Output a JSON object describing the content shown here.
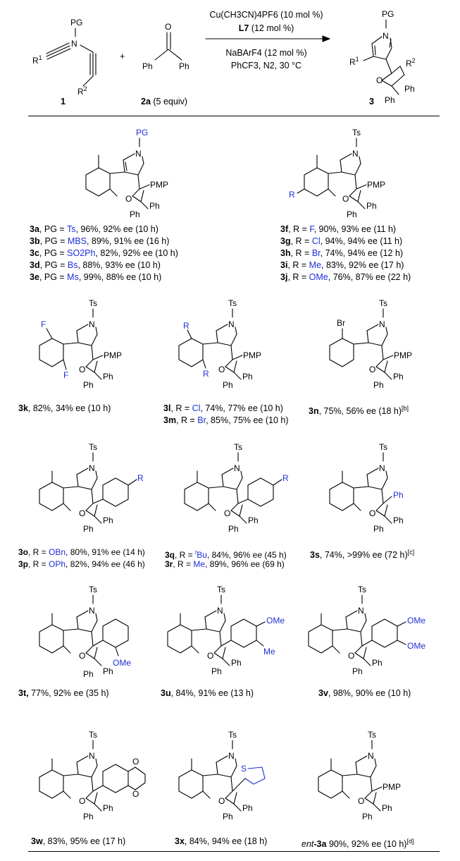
{
  "scheme": {
    "reactant1_label": "1",
    "reactant2_label": "2a",
    "reactant2_equiv": " (5 equiv)",
    "product_label": "3",
    "plus": "+",
    "cond1": "Cu(CH3CN)4PF6 (10 mol %)",
    "cond2_bold": "L7",
    "cond2_rest": " (12 mol %)",
    "cond3": "NaBArF4 (12 mol %)",
    "cond4": "PhCF3, N2, 30 °C"
  },
  "atoms": {
    "PG": "PG",
    "N": "N",
    "R1": "R",
    "R1_sup": "1",
    "R2": "R",
    "R2_sup": "2",
    "O": "O",
    "Ph": "Ph",
    "Ts": "Ts",
    "PMP": "PMP",
    "F": "F",
    "R": "R",
    "Br": "Br",
    "S": "S",
    "OMe": "OMe",
    "Me": "Me"
  },
  "entries": {
    "a": {
      "c": "3a",
      "t1": ", PG = ",
      "v": "Ts",
      "t2": ", 96%, 92% ee (10 h)"
    },
    "b": {
      "c": "3b",
      "t1": ", PG = ",
      "v": "MBS",
      "t2": ", 89%, 91% ee (16 h)"
    },
    "c": {
      "c": "3c",
      "t1": ", PG = ",
      "v": "SO2Ph",
      "t2": ", 82%, 92% ee (10 h)"
    },
    "d": {
      "c": "3d",
      "t1": ", PG = ",
      "v": "Bs",
      "t2": ", 88%, 93% ee (10 h)"
    },
    "e": {
      "c": "3e",
      "t1": ", PG = ",
      "v": "Ms",
      "t2": ", 99%, 88% ee (10 h)"
    },
    "f": {
      "c": "3f",
      "t1": ", R = ",
      "v": "F",
      "t2": ", 90%, 93% ee (11 h)"
    },
    "g": {
      "c": "3g",
      "t1": ", R = ",
      "v": "Cl",
      "t2": ", 94%, 94% ee (11 h)"
    },
    "h": {
      "c": "3h",
      "t1": ", R = ",
      "v": "Br",
      "t2": ", 74%, 94% ee (12 h)"
    },
    "i": {
      "c": "3i",
      "t1": ", R = ",
      "v": "Me",
      "t2": ", 83%, 92% ee (17 h)"
    },
    "j": {
      "c": "3j",
      "t1": ", R = ",
      "v": "OMe",
      "t2": ", 76%, 87% ee (22 h)"
    },
    "k": {
      "c": "3k",
      "t2": ", 82%, 34% ee (10 h)"
    },
    "l": {
      "c": "3l",
      "t1": ", R = ",
      "v": "Cl",
      "t2": ", 74%, 77% ee (10 h)"
    },
    "m": {
      "c": "3m",
      "t1": ", R = ",
      "v": "Br",
      "t2": ", 85%, 75% ee (10 h)"
    },
    "n": {
      "c": "3n",
      "t2": ", 75%, 56% ee (18 h)",
      "note": "[b]"
    },
    "o": {
      "c": "3o",
      "t1": ", R = ",
      "v": "OBn",
      "t2": ", 80%, 91% ee (14 h)"
    },
    "p": {
      "c": "3p",
      "t1": ", R = ",
      "v": "OPh",
      "t2": ", 82%, 94% ee (46 h)"
    },
    "q": {
      "c": "3q",
      "t1": ", R = ",
      "v_sup": "t",
      "v": "Bu",
      "t2": ", 84%, 96% ee (45 h)"
    },
    "r": {
      "c": "3r",
      "t1": ", R = ",
      "v": "Me",
      "t2": ", 89%, 96% ee (69 h)"
    },
    "s": {
      "c": "3s",
      "t2": ", 74%, >99% ee (72 h)",
      "note": "[c]"
    },
    "t": {
      "c": "3t,",
      "t2": " 77%, 92% ee (35 h)"
    },
    "u": {
      "c": "3u",
      "t2": ", 84%, 91% ee (13 h)"
    },
    "v": {
      "c": "3v",
      "t2": ", 98%, 90% ee (10 h)"
    },
    "w": {
      "c": "3w",
      "t2": ", 83%, 95% ee (17 h)"
    },
    "x": {
      "c": "3x",
      "t2": ", 84%, 94% ee (18 h)"
    },
    "ent": {
      "pre": "ent",
      "c": "-3a",
      "t2": " 90%, 92% ee (10 h)",
      "note": "[d]"
    }
  }
}
